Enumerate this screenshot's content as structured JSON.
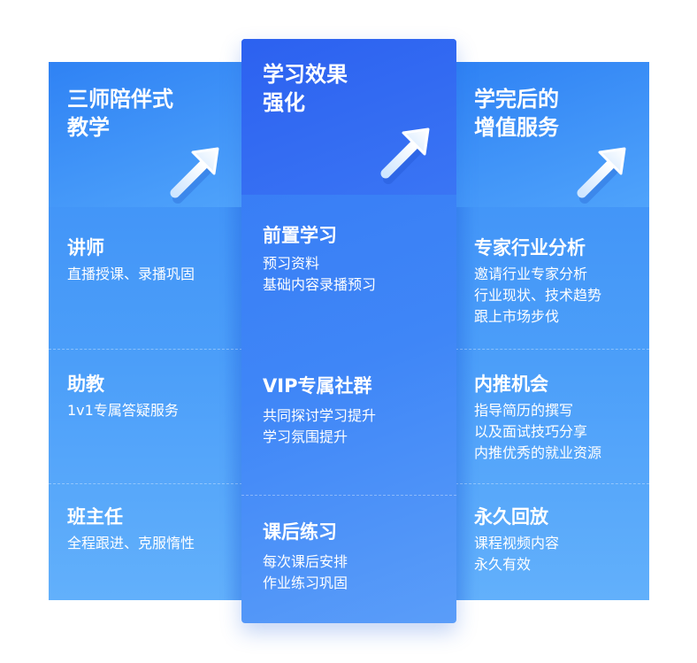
{
  "columns": {
    "left": {
      "title": [
        "三师陪伴式",
        "教学"
      ],
      "icon": "arrow-up-right-icon",
      "sections": [
        {
          "title": "讲师",
          "lines": [
            "直播授课、录播巩固"
          ]
        },
        {
          "title": "助教",
          "lines": [
            "1v1专属答疑服务"
          ]
        },
        {
          "title": "班主任",
          "lines": [
            "全程跟进、克服惰性"
          ]
        }
      ]
    },
    "middle": {
      "title": [
        "学习效果",
        "强化"
      ],
      "icon": "arrow-up-right-icon",
      "sections": [
        {
          "title": "前置学习",
          "lines": [
            "预习资料",
            "基础内容录播预习"
          ]
        },
        {
          "title": "VIP专属社群",
          "lines": [
            "共同探讨学习提升",
            "学习氛围提升"
          ]
        },
        {
          "title": "课后练习",
          "lines": [
            "每次课后安排",
            "作业练习巩固"
          ]
        }
      ]
    },
    "right": {
      "title": [
        "学完后的",
        "增值服务"
      ],
      "icon": "arrow-up-right-icon",
      "sections": [
        {
          "title": "专家行业分析",
          "lines": [
            "邀请行业专家分析",
            "行业现状、技术趋势",
            "跟上市场步伐"
          ]
        },
        {
          "title": "内推机会",
          "lines": [
            "指导简历的撰写",
            "以及面试技巧分享",
            "内推优秀的就业资源"
          ]
        },
        {
          "title": "永久回放",
          "lines": [
            "课程视频内容",
            "永久有效"
          ]
        }
      ]
    }
  },
  "colors": {
    "side_column": "#4b9ef9",
    "middle_column": "#3a7ff6",
    "middle_header": "#2c61f0",
    "text": "#ffffff"
  }
}
